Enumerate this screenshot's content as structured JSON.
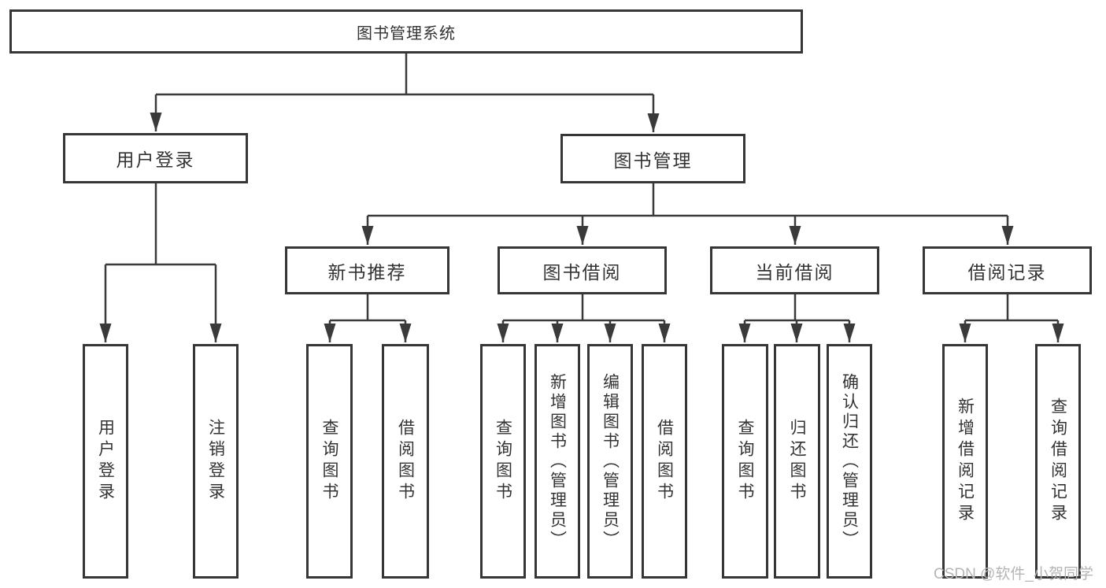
{
  "diagram": {
    "root": "图书管理系统",
    "level2": [
      {
        "label": "用户登录",
        "children": [
          "用户登录",
          "注销登录"
        ]
      },
      {
        "label": "图书管理",
        "children": [
          {
            "label": "新书推荐",
            "children": [
              "查询图书",
              "借阅图书"
            ]
          },
          {
            "label": "图书借阅",
            "children": [
              "查询图书",
              "新增图书（管理员）",
              "编辑图书（管理员）",
              "借阅图书"
            ]
          },
          {
            "label": "当前借阅",
            "children": [
              "查询图书",
              "归还图书",
              "确认归还（管理员）"
            ]
          },
          {
            "label": "借阅记录",
            "children": [
              "新增借阅记录",
              "查询借阅记录"
            ]
          }
        ]
      }
    ]
  },
  "watermark": "CSDN @软件_小贺同学",
  "colors": {
    "line": "#3a3a3a",
    "box_border": "#363636",
    "text": "#333333",
    "background": "#ffffff",
    "watermark": "#b5b5b5"
  }
}
